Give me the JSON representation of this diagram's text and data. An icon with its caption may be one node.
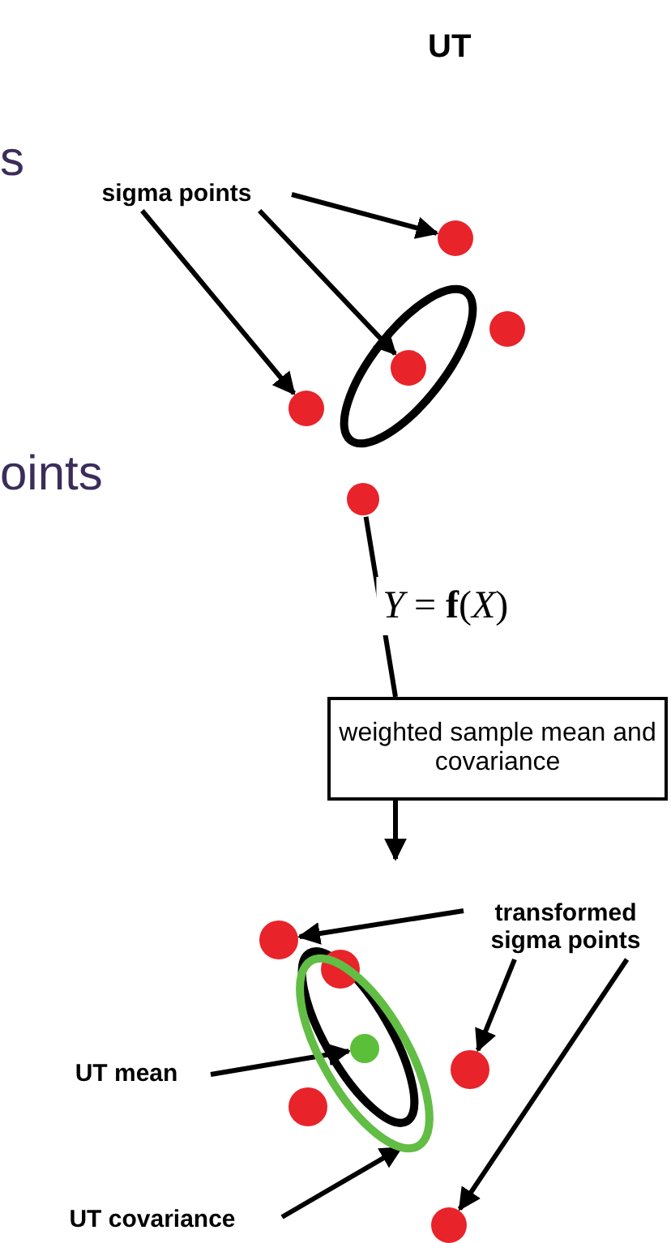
{
  "diagram": {
    "title": "UT",
    "nodes": [
      {
        "text": [
          "sigma points"
        ]
      },
      {
        "text": [],
        "shape": "circle"
      },
      {
        "text": [],
        "shape": "circle"
      },
      {
        "text": [],
        "shape": "circle"
      },
      {
        "text": [],
        "shape": "circle"
      },
      {
        "text": [],
        "shape": "circle"
      },
      {
        "text": [
          "weighted sample mean and covariance"
        ]
      },
      {
        "text": [
          "transformed sigma points"
        ]
      },
      {
        "text": [],
        "shape": "circle"
      },
      {
        "text": [],
        "shape": "circle"
      },
      {
        "text": [],
        "shape": "ellipse"
      },
      {
        "text": [],
        "shape": "circle",
        "in": 10
      },
      {
        "text": [
          "UT mean"
        ]
      },
      {
        "text": [],
        "shape": "circle"
      },
      {
        "text": [],
        "shape": "circle"
      },
      {
        "text": [
          "UT covariance"
        ]
      },
      {
        "text": [],
        "shape": "circle"
      }
    ],
    "edges": [
      {
        "from": 0,
        "to": 1,
        "arrow": "to"
      },
      {
        "from": 0,
        "to": 3,
        "arrow": "to"
      },
      {
        "from": 0,
        "to": 4,
        "arrow": "to"
      },
      {
        "from": 5,
        "to": 6,
        "arrow": "none",
        "label": "*Y* = **f**(*X*)"
      },
      {
        "from": 6,
        "to": null,
        "arrow": "to"
      },
      {
        "from": 7,
        "to": 8,
        "arrow": "to"
      },
      {
        "from": 7,
        "to": 13,
        "arrow": "to"
      },
      {
        "from": 7,
        "to": 16,
        "arrow": "to"
      },
      {
        "from": 12,
        "to": 11,
        "arrow": "to"
      },
      {
        "from": 15,
        "to": 10,
        "arrow": "to"
      }
    ],
    "labels": [
      "s",
      "oints"
    ]
  }
}
